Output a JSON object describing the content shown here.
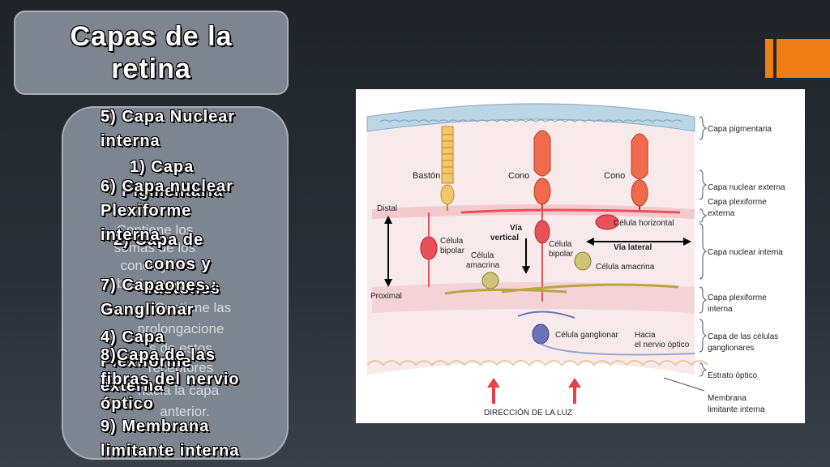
{
  "slide": {
    "title_line1": "Capas de la",
    "title_line2": "retina"
  },
  "overlap_ghost": {
    "layer1_a": "1)  Capa",
    "layer1_b": "Pigmentaria",
    "layer1_desc_a": "Contiene los",
    "layer1_desc_b": "somas de los",
    "layer1_desc_c": "conos y los",
    "layer1_desc_d": "bastones.",
    "layer2_a": "2) Capa de",
    "layer2_b": "conos y",
    "layer3": "bastones",
    "layer3_desc_a": "Contiene las",
    "layer3_desc_b": "prolongacione",
    "layer3_desc_c": "s de estos",
    "layer3_desc_d": "receptores",
    "layer3_desc_e": "hacia la capa",
    "layer3_desc_f": "anterior.",
    "layer4_a": "4) Capa",
    "layer4_b": "Plexiforme",
    "layer4_c": "externa"
  },
  "layers": {
    "l5_a": "5) Capa Nuclear",
    "l5_b": "interna",
    "l6_a": "6) Capa nuclear",
    "l6_b": "Plexiforme",
    "l6_c": "interna",
    "l7_a": "7) Capaones :",
    "l7_b": "Ganglionar",
    "l8_a": "8)Capa de las",
    "l8_b": "fibras del nervio",
    "l8_c": "óptico",
    "l9_a": "9) Membrana",
    "l9_b": "limitante interna"
  },
  "figure": {
    "label_baston": "Bastón",
    "label_cono_1": "Cono",
    "label_cono_2": "Cono",
    "label_distal": "Distal",
    "label_proximal": "Proximal",
    "label_via_vertical_a": "Vía",
    "label_via_vertical_b": "vertical",
    "label_via_lateral": "Vía lateral",
    "label_celula_horizontal": "Célula horizontal",
    "label_celula_bipolar_a": "Célula",
    "label_celula_bipolar_b": "bipolar",
    "label_celula_bipolar2_a": "Célula",
    "label_celula_bipolar2_b": "bipolar",
    "label_celula_amacrina_left_a": "Célula",
    "label_celula_amacrina_left_b": "amacrina",
    "label_celula_amacrina_right": "Célula amacrina",
    "label_celula_ganglionar": "Célula ganglionar",
    "label_hacia_a": "Hacia",
    "label_hacia_b": "el nervio óptico",
    "label_direccion_luz": "DIRECCIÓN DE LA LUZ",
    "right_labels": {
      "pigmentaria": "Capa pigmentaria",
      "nuclear_externa": "Capa nuclear externa",
      "plexiforme_externa_a": "Capa plexiforme",
      "plexiforme_externa_b": "externa",
      "nuclear_interna": "Capa nuclear interna",
      "plexiforme_interna_a": "Capa plexiforme",
      "plexiforme_interna_b": "interna",
      "ganglionares_a": "Capa de las células",
      "ganglionares_b": "ganglionares",
      "estrato_optico": "Estrato óptico",
      "membrana_a": "Membrana",
      "membrana_b": "limitante interna"
    },
    "colors": {
      "photoreceptor": "#f06a4e",
      "rod": "#f2c66a",
      "bipolar": "#e8505a",
      "amacrina": "#b9a640",
      "ganglion": "#6b74b8",
      "arrow_light": "#e8404a",
      "pigment": "#bcd6e6"
    }
  }
}
